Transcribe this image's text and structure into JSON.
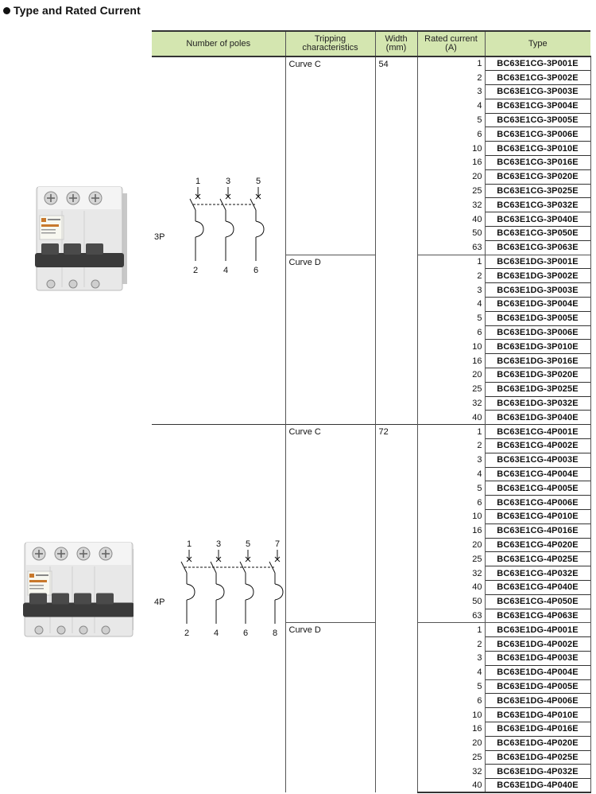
{
  "title": "Type and Rated Current",
  "headers": {
    "poles": "Number of poles",
    "tripping": "Tripping characteristics",
    "width": "Width (mm)",
    "current": "Rated current (A)",
    "type": "Type"
  },
  "groups": [
    {
      "poles": "3P",
      "width": "54",
      "terminals_top": [
        "1",
        "3",
        "5"
      ],
      "terminals_bottom": [
        "2",
        "4",
        "6"
      ],
      "curves": [
        {
          "curve": "Curve C",
          "rows": [
            [
              "1",
              "BC63E1CG-3P001E"
            ],
            [
              "2",
              "BC63E1CG-3P002E"
            ],
            [
              "3",
              "BC63E1CG-3P003E"
            ],
            [
              "4",
              "BC63E1CG-3P004E"
            ],
            [
              "5",
              "BC63E1CG-3P005E"
            ],
            [
              "6",
              "BC63E1CG-3P006E"
            ],
            [
              "10",
              "BC63E1CG-3P010E"
            ],
            [
              "16",
              "BC63E1CG-3P016E"
            ],
            [
              "20",
              "BC63E1CG-3P020E"
            ],
            [
              "25",
              "BC63E1CG-3P025E"
            ],
            [
              "32",
              "BC63E1CG-3P032E"
            ],
            [
              "40",
              "BC63E1CG-3P040E"
            ],
            [
              "50",
              "BC63E1CG-3P050E"
            ],
            [
              "63",
              "BC63E1CG-3P063E"
            ]
          ]
        },
        {
          "curve": "Curve D",
          "rows": [
            [
              "1",
              "BC63E1DG-3P001E"
            ],
            [
              "2",
              "BC63E1DG-3P002E"
            ],
            [
              "3",
              "BC63E1DG-3P003E"
            ],
            [
              "4",
              "BC63E1DG-3P004E"
            ],
            [
              "5",
              "BC63E1DG-3P005E"
            ],
            [
              "6",
              "BC63E1DG-3P006E"
            ],
            [
              "10",
              "BC63E1DG-3P010E"
            ],
            [
              "16",
              "BC63E1DG-3P016E"
            ],
            [
              "20",
              "BC63E1DG-3P020E"
            ],
            [
              "25",
              "BC63E1DG-3P025E"
            ],
            [
              "32",
              "BC63E1DG-3P032E"
            ],
            [
              "40",
              "BC63E1DG-3P040E"
            ]
          ]
        }
      ]
    },
    {
      "poles": "4P",
      "width": "72",
      "terminals_top": [
        "1",
        "3",
        "5",
        "7"
      ],
      "terminals_bottom": [
        "2",
        "4",
        "6",
        "8"
      ],
      "curves": [
        {
          "curve": "Curve C",
          "rows": [
            [
              "1",
              "BC63E1CG-4P001E"
            ],
            [
              "2",
              "BC63E1CG-4P002E"
            ],
            [
              "3",
              "BC63E1CG-4P003E"
            ],
            [
              "4",
              "BC63E1CG-4P004E"
            ],
            [
              "5",
              "BC63E1CG-4P005E"
            ],
            [
              "6",
              "BC63E1CG-4P006E"
            ],
            [
              "10",
              "BC63E1CG-4P010E"
            ],
            [
              "16",
              "BC63E1CG-4P016E"
            ],
            [
              "20",
              "BC63E1CG-4P020E"
            ],
            [
              "25",
              "BC63E1CG-4P025E"
            ],
            [
              "32",
              "BC63E1CG-4P032E"
            ],
            [
              "40",
              "BC63E1CG-4P040E"
            ],
            [
              "50",
              "BC63E1CG-4P050E"
            ],
            [
              "63",
              "BC63E1CG-4P063E"
            ]
          ]
        },
        {
          "curve": "Curve D",
          "rows": [
            [
              "1",
              "BC63E1DG-4P001E"
            ],
            [
              "2",
              "BC63E1DG-4P002E"
            ],
            [
              "3",
              "BC63E1DG-4P003E"
            ],
            [
              "4",
              "BC63E1DG-4P004E"
            ],
            [
              "5",
              "BC63E1DG-4P005E"
            ],
            [
              "6",
              "BC63E1DG-4P006E"
            ],
            [
              "10",
              "BC63E1DG-4P010E"
            ],
            [
              "16",
              "BC63E1DG-4P016E"
            ],
            [
              "20",
              "BC63E1DG-4P020E"
            ],
            [
              "25",
              "BC63E1DG-4P025E"
            ],
            [
              "32",
              "BC63E1DG-4P032E"
            ],
            [
              "40",
              "BC63E1DG-4P040E"
            ]
          ]
        }
      ]
    }
  ],
  "colors": {
    "header_bg": "#d4e6b0",
    "breaker_body": "#e8e8e8",
    "breaker_handle": "#3a3a3a"
  }
}
